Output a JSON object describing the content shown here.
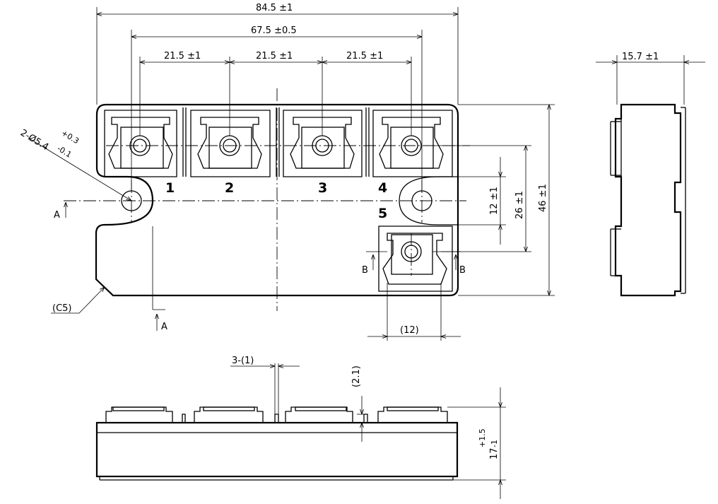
{
  "dimensions": {
    "overall_width": "84.5 ±1",
    "hole_pitch": "67.5 ±0.5",
    "terminal_pitch_1": "21.5 ±1",
    "terminal_pitch_2": "21.5 ±1",
    "terminal_pitch_3": "21.5 ±1",
    "side_thickness": "15.7 ±1",
    "height_46": "46 ±1",
    "height_26": "26 ±1",
    "height_12": "12 ±1",
    "terminal5_width": "(12)",
    "chamfer": "(C5)",
    "hole_spec_main": "2-Ø5.4",
    "hole_tol_plus": "+0.3",
    "hole_tol_minus": "-0.1",
    "slot_width": "3-(1)",
    "slot_depth": "(2.1)",
    "body_height_main": "17",
    "body_height_tol_plus": "+1.5",
    "body_height_tol_minus": "-1"
  },
  "terminals": [
    "1",
    "2",
    "3",
    "4",
    "5"
  ],
  "section_marks": {
    "a_left": "A",
    "a_bottom": "A",
    "b_left": "B",
    "b_right": "B"
  }
}
